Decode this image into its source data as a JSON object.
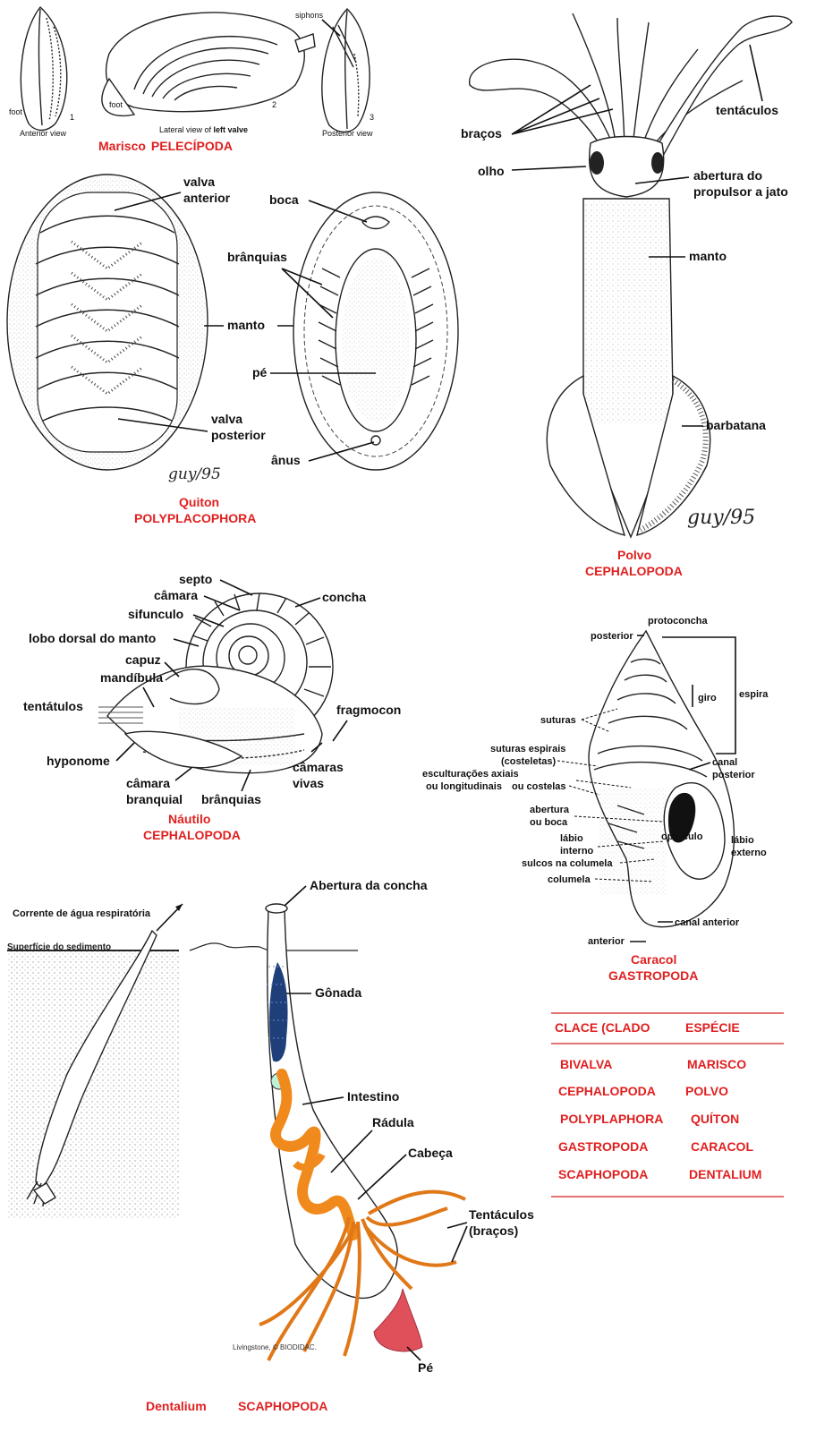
{
  "marisco": {
    "anterior_view": "Anterior view",
    "lateral_view_a": "Lateral view of ",
    "lateral_view_b": "left valve",
    "posterior_view": "Posterior view",
    "siphons": "siphons",
    "foot": "foot",
    "n1": "1",
    "n2": "2",
    "n3": "3",
    "caption_a": "Marisco",
    "caption_b": "PELECÍPODA"
  },
  "quiton": {
    "valva_anterior_1": "valva",
    "valva_anterior_2": "anterior",
    "boca": "boca",
    "branquias": "brânquias",
    "manto": "manto",
    "pe": "pé",
    "valva_posterior_1": "valva",
    "valva_posterior_2": "posterior",
    "anus": "ânus",
    "signature": "guy/95",
    "caption_1": "Quiton",
    "caption_2": "POLYPLACOPHORA"
  },
  "polvo": {
    "bracos": "braços",
    "tentaculos": "tentáculos",
    "olho": "olho",
    "abertura_1": "abertura do",
    "abertura_2": "propulsor a jato",
    "manto": "manto",
    "barbatana": "barbatana",
    "signature": "guy/95",
    "caption_1": "Polvo",
    "caption_2": "CEPHALOPODA"
  },
  "nautilo": {
    "septo": "septo",
    "camara": "câmara",
    "sifunculo": "sifunculo",
    "concha": "concha",
    "lobo": "lobo dorsal do manto",
    "capuz": "capuz",
    "mandibula": "mandíbula",
    "tentatulos": "tentátulos",
    "fragmocon": "fragmocon",
    "hyponome": "hyponome",
    "camaras_vivas_1": "câmaras",
    "camaras_vivas_2": "vivas",
    "camara_branquial_1": "câmara",
    "camara_branquial_2": "branquial",
    "branquias": "brânquias",
    "caption_1": "Náutilo",
    "caption_2": "CEPHALOPODA"
  },
  "caracol": {
    "protoconcha": "protoconcha",
    "posterior": "posterior",
    "espira": "espira",
    "giro": "giro",
    "suturas": "suturas",
    "suturas_espirais_1": "suturas espirais",
    "suturas_espirais_2": "(costeletas)",
    "ou_costelas": "ou costelas",
    "canal_posterior_1": "canal",
    "canal_posterior_2": "posterior",
    "esculturacoes_1": "esculturações axiais",
    "esculturacoes_2": "ou longitudinais",
    "abertura_1": "abertura",
    "abertura_2": "ou boca",
    "operculo": "opérculo",
    "labio_interno_1": "lábio",
    "labio_interno_2": "interno",
    "labio_externo_1": "lábio",
    "labio_externo_2": "externo",
    "sulcos": "sulcos na columela",
    "columela": "columela",
    "canal_anterior": "canal anterior",
    "anterior": "anterior",
    "caption_1": "Caracol",
    "caption_2": "GASTROPODA"
  },
  "dentalium": {
    "corrente": "Corrente de água respiratória",
    "superficie": "Superfície do sedimento",
    "abertura": "Abertura da concha",
    "gonada": "Gônada",
    "intestino": "Intestino",
    "radula": "Rádula",
    "cabeca": "Cabeça",
    "tentaculos_1": "Tentáculos",
    "tentaculos_2": "(braços)",
    "pe": "Pé",
    "credit": "Livingstone, © BIODIDAC.",
    "caption_a": "Dentalium",
    "caption_b": "SCAPHOPODA"
  },
  "table": {
    "header": [
      "CLACE (CLADO",
      "ESPÉCIE"
    ],
    "rows": [
      [
        "BIVALVA",
        "MARISCO"
      ],
      [
        "CEPHALOPODA",
        "POLVO"
      ],
      [
        "POLYPLAPHORA",
        "QUÍTON"
      ],
      [
        "GASTROPODA",
        "CARACOL"
      ],
      [
        "SCAPHOPODA",
        "DENTALIUM"
      ]
    ]
  },
  "colors": {
    "caption": "#e02020",
    "intestine": "#f08a1c",
    "gonad": "#1f3f7a",
    "foot": "#e0505a",
    "table_rule": "#d02020"
  }
}
